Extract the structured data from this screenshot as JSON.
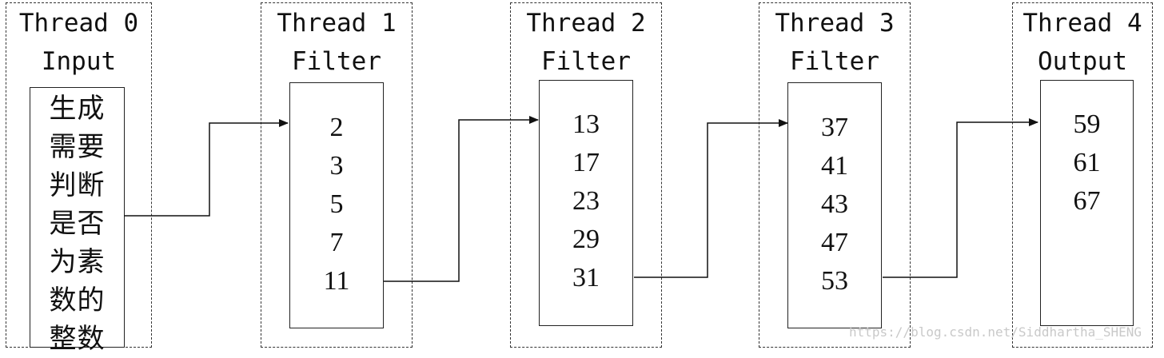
{
  "threads": [
    {
      "title": "Thread 0",
      "role": "Input",
      "content": "生成需要判断是否为素数的整数"
    },
    {
      "title": "Thread 1",
      "role": "Filter",
      "numbers": [
        "2",
        "3",
        "5",
        "7",
        "11"
      ]
    },
    {
      "title": "Thread 2",
      "role": "Filter",
      "numbers": [
        "13",
        "17",
        "23",
        "29",
        "31"
      ]
    },
    {
      "title": "Thread 3",
      "role": "Filter",
      "numbers": [
        "37",
        "41",
        "43",
        "47",
        "53"
      ]
    },
    {
      "title": "Thread 4",
      "role": "Output",
      "numbers": [
        "59",
        "61",
        "67"
      ]
    }
  ],
  "watermark": "https://blog.csdn.net/Siddhartha_SHENG",
  "colors": {
    "line": "#111111",
    "dash": "#333333",
    "watermark": "#c9c9c9"
  }
}
